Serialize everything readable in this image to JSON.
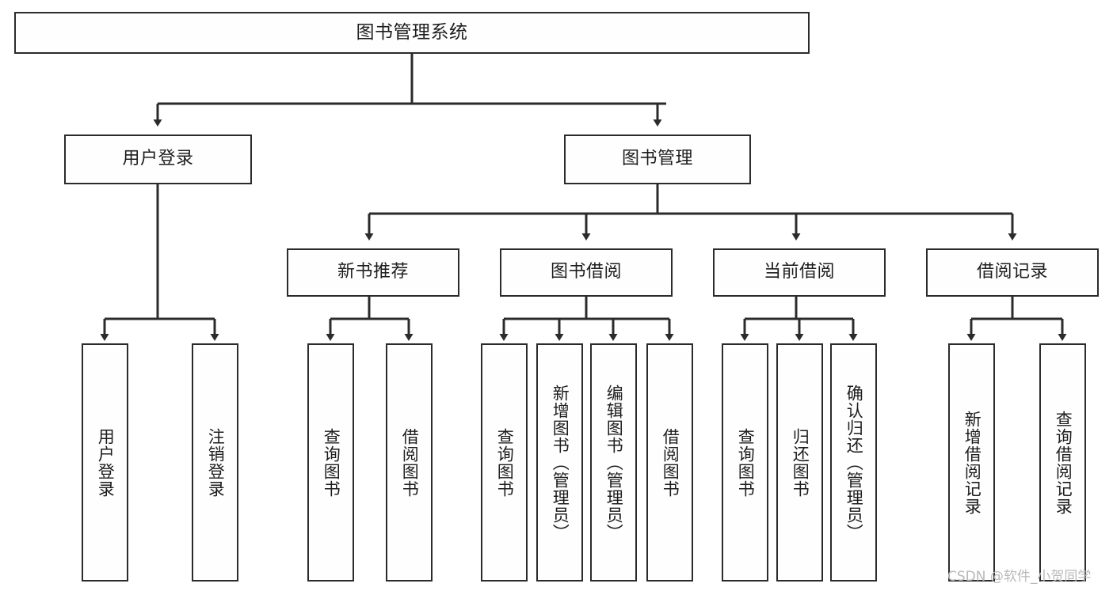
{
  "diagram": {
    "title": "图书管理系统",
    "type": "tree",
    "orientation": "top-down",
    "colors": {
      "background": "#ffffff",
      "box_fill": "#fefefe",
      "box_border": "#2b2b2b",
      "edge": "#2b2b2b",
      "text": "#1d1d1d",
      "watermark": "#b9b9b9"
    },
    "watermark": "CSDN @软件_小贺同学",
    "nodes": {
      "root": {
        "label": "图书管理系统",
        "level": 1
      },
      "user_login": {
        "label": "用户登录",
        "level": 2
      },
      "book_manage": {
        "label": "图书管理",
        "level": 2
      },
      "new_book_rec": {
        "label": "新书推荐",
        "level": 3
      },
      "book_borrow": {
        "label": "图书借阅",
        "level": 3
      },
      "current_borrow": {
        "label": "当前借阅",
        "level": 3
      },
      "borrow_record": {
        "label": "借阅记录",
        "level": 3
      },
      "leaf_user_login": {
        "label": "用户登录",
        "level": 4
      },
      "leaf_logout": {
        "label": "注销登录",
        "level": 4
      },
      "leaf_query_book_1": {
        "label": "查询图书",
        "level": 4
      },
      "leaf_borrow_book_1": {
        "label": "借阅图书",
        "level": 4
      },
      "leaf_query_book_2": {
        "label": "查询图书",
        "level": 4
      },
      "leaf_add_book": {
        "label": "新增图书（管理员）",
        "level": 4
      },
      "leaf_edit_book": {
        "label": "编辑图书（管理员）",
        "level": 4
      },
      "leaf_borrow_book_2": {
        "label": "借阅图书",
        "level": 4
      },
      "leaf_query_book_3": {
        "label": "查询图书",
        "level": 4
      },
      "leaf_return_book": {
        "label": "归还图书",
        "level": 4
      },
      "leaf_confirm_return": {
        "label": "确认归还（管理员）",
        "level": 4
      },
      "leaf_add_record": {
        "label": "新增借阅记录",
        "level": 4
      },
      "leaf_query_record": {
        "label": "查询借阅记录",
        "level": 4
      }
    },
    "edges": [
      {
        "from": "root",
        "to": "user_login"
      },
      {
        "from": "root",
        "to": "book_manage"
      },
      {
        "from": "book_manage",
        "to": "new_book_rec"
      },
      {
        "from": "book_manage",
        "to": "book_borrow"
      },
      {
        "from": "book_manage",
        "to": "current_borrow"
      },
      {
        "from": "book_manage",
        "to": "borrow_record"
      },
      {
        "from": "user_login",
        "to": "leaf_user_login"
      },
      {
        "from": "user_login",
        "to": "leaf_logout"
      },
      {
        "from": "new_book_rec",
        "to": "leaf_query_book_1"
      },
      {
        "from": "new_book_rec",
        "to": "leaf_borrow_book_1"
      },
      {
        "from": "book_borrow",
        "to": "leaf_query_book_2"
      },
      {
        "from": "book_borrow",
        "to": "leaf_add_book"
      },
      {
        "from": "book_borrow",
        "to": "leaf_edit_book"
      },
      {
        "from": "book_borrow",
        "to": "leaf_borrow_book_2"
      },
      {
        "from": "current_borrow",
        "to": "leaf_query_book_3"
      },
      {
        "from": "current_borrow",
        "to": "leaf_return_book"
      },
      {
        "from": "current_borrow",
        "to": "leaf_confirm_return"
      },
      {
        "from": "borrow_record",
        "to": "leaf_add_record"
      },
      {
        "from": "borrow_record",
        "to": "leaf_query_record"
      }
    ]
  }
}
